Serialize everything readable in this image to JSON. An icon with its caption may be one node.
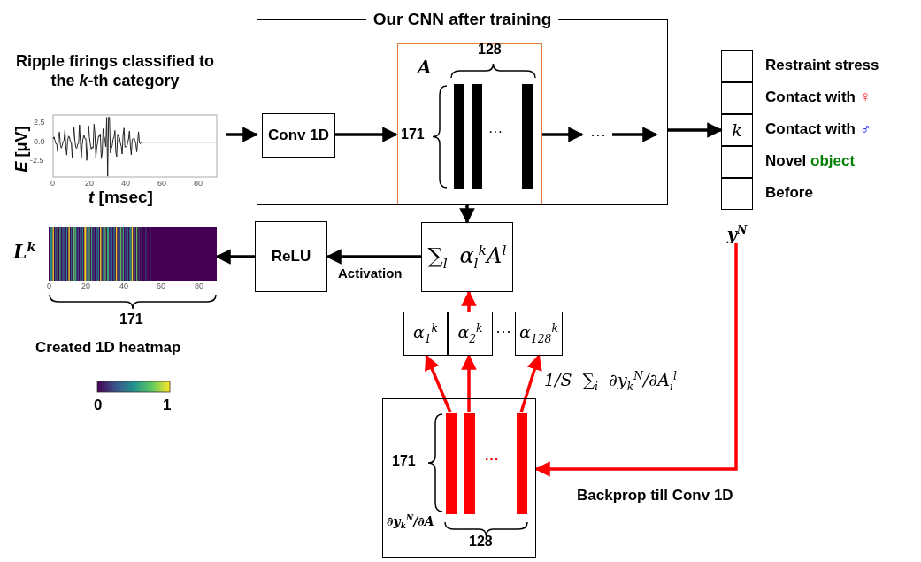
{
  "diagram": {
    "nodes": [
      {
        "text": [
          "Ripple firings classified to the *k*-th category"
        ],
        "beside": [
          "*E* [μV]",
          "*t* [msec]",
          "2.5",
          "0.0",
          "-2.5",
          "0",
          "20",
          "40",
          "60",
          "80"
        ]
      },
      {
        "text": [
          "Our CNN after training"
        ]
      },
      {
        "text": [
          "Conv 1D"
        ],
        "in": 1
      },
      {
        "text": [
          "A"
        ],
        "in": 1
      },
      {
        "text": [
          "···"
        ],
        "in": 1
      },
      {
        "text": [
          "y$^{N}$"
        ]
      },
      {
        "text": [],
        "shape": "box",
        "in": 5,
        "beside": [
          "Restraint stress"
        ]
      },
      {
        "text": [],
        "shape": "box",
        "in": 5,
        "beside": [
          "Contact with ♀"
        ]
      },
      {
        "text": [
          "k"
        ],
        "in": 5,
        "beside": [
          "Contact with ♂"
        ]
      },
      {
        "text": [],
        "shape": "box",
        "in": 5,
        "beside": [
          "Novel object"
        ]
      },
      {
        "text": [],
        "shape": "box",
        "in": 5,
        "beside": [
          "Before"
        ]
      },
      {
        "text": [
          "∑$_{l}$ α$_{l}$$^{k}$A$^{l}$"
        ]
      },
      {
        "text": [
          "ReLU"
        ]
      },
      {
        "text": [],
        "shape": "picture",
        "beside": [
          "L$^{k}$",
          "0",
          "20",
          "40",
          "60",
          "80"
        ]
      },
      {
        "text": [
          "α$_{1}$$^{k}$"
        ]
      },
      {
        "text": [
          "α$_{2}$$^{k}$"
        ]
      },
      {
        "text": [
          "α$_{128}$$^{k}$"
        ]
      },
      {
        "text": [
          "∂y$_{k}$$^{N}$/∂A"
        ]
      },
      {
        "text": [],
        "shape": "bar",
        "in": 17
      },
      {
        "text": [],
        "shape": "bar",
        "in": 17
      },
      {
        "text": [],
        "shape": "bar",
        "in": 17
      }
    ],
    "edges": [
      {
        "from": 0,
        "to": 1,
        "arrow": "to"
      },
      {
        "from": 2,
        "to": 3,
        "arrow": "to"
      },
      {
        "from": 3,
        "to": 4,
        "arrow": "to"
      },
      {
        "from": 4,
        "to": null,
        "arrow": "to"
      },
      {
        "from": 1,
        "to": 8,
        "arrow": "to"
      },
      {
        "from": 1,
        "to": 11,
        "arrow": "to"
      },
      {
        "from": 11,
        "to": 12,
        "arrow": "to",
        "label": "Activation"
      },
      {
        "from": 12,
        "to": 13,
        "arrow": "to"
      },
      {
        "from": 15,
        "to": 11,
        "arrow": "to",
        "color": "#ff0000"
      },
      {
        "from": 18,
        "to": 14,
        "arrow": "to",
        "color": "#ff0000"
      },
      {
        "from": 19,
        "to": 15,
        "arrow": "to",
        "color": "#ff0000"
      },
      {
        "from": 20,
        "to": 16,
        "arrow": "to",
        "color": "#ff0000"
      },
      {
        "from": 5,
        "to": 17,
        "arrow": "to",
        "color": "#ff0000",
        "label": "Backprop till Conv 1D"
      }
    ],
    "labels": [
      "128",
      "171",
      "···",
      "171",
      "Created 1D heatmap",
      "···",
      "1/S ∑$_{i}$ ∂y$_{k}$$^{N}$/∂A$_{i}$$^{l}$",
      "0",
      "1",
      "171",
      "···",
      "128"
    ]
  }
}
